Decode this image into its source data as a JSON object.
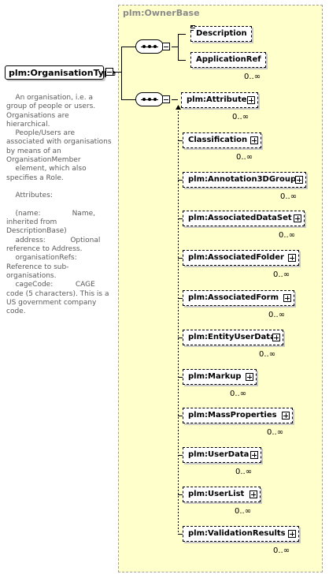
{
  "base": {
    "title": "plm:OwnerBase"
  },
  "root": {
    "name": "plm:OrganisationType",
    "documentation": "    An organisation, i.e. a\ngroup of people or users.\nOrganisations are hierarchical.\n    People/Users are\nassociated with organisations\nby means of an\nOrganisationMember\n    element, which also\nspecifies a Role.\n\n    Attributes:\n\n    (name:              Name,\ninherited from DescriptionBase)\n    address:           Optional\nreference to Address.\n    organisationRefs:\nReference to sub-organisations.\n    cageCode:          CAGE\ncode (5 characters). This is a\nUS government company\ncode."
  },
  "group1": {
    "elements": [
      {
        "name": "Description",
        "cardinality": ""
      },
      {
        "name": "ApplicationRef",
        "cardinality": "0..∞"
      }
    ]
  },
  "group2": {
    "elements": [
      {
        "name": "plm:Attribute",
        "cardinality": "0..∞"
      },
      {
        "name": "Classification",
        "cardinality": "0..∞"
      },
      {
        "name": "plm:Annotation3DGroup",
        "cardinality": "0..∞"
      },
      {
        "name": "plm:AssociatedDataSet",
        "cardinality": "0..∞"
      },
      {
        "name": "plm:AssociatedFolder",
        "cardinality": "0..∞"
      },
      {
        "name": "plm:AssociatedForm",
        "cardinality": "0..∞"
      },
      {
        "name": "plm:EntityUserData",
        "cardinality": "0..∞"
      },
      {
        "name": "plm:Markup",
        "cardinality": "0..∞"
      },
      {
        "name": "plm:MassProperties",
        "cardinality": "0..∞"
      },
      {
        "name": "plm:UserData",
        "cardinality": "0..∞"
      },
      {
        "name": "plm:UserList",
        "cardinality": "0..∞"
      },
      {
        "name": "plm:ValidationResults",
        "cardinality": "0..∞"
      }
    ]
  }
}
